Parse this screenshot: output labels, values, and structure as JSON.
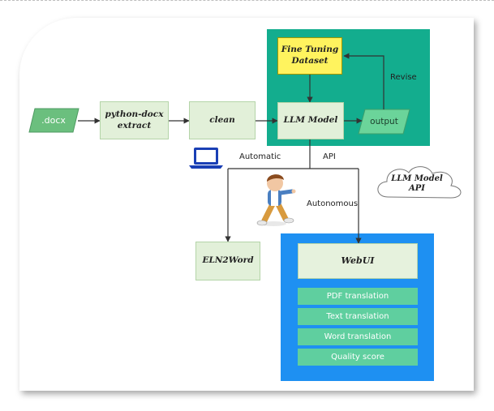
{
  "nodes": {
    "docx": ".docx",
    "extract": "python-docx\nextract",
    "clean": "clean",
    "llm_model": "LLM Model",
    "fine_tuning": "Fine Tuning\nDataset",
    "output": "output",
    "eln2word": "ELN2Word",
    "webui": "WebUI",
    "cloud": "LLM Model\nAPI"
  },
  "features": [
    "PDF translation",
    "Text translation",
    "Word translation",
    "Quality score"
  ],
  "edge_labels": {
    "revise": "Revise",
    "automatic": "Automatic",
    "api": "API",
    "autonomous": "Autonomous"
  },
  "icons": [
    "laptop-icon",
    "cartoon-person-icon",
    "cloud-icon"
  ],
  "colors": {
    "green_fill": "#e2f0d9",
    "teal_panel": "#13ad8e",
    "blue_panel": "#1e90f2",
    "yellow_fill": "#fff35e",
    "feature_fill": "#5fcf9f",
    "laptop": "#1a3fb5"
  }
}
